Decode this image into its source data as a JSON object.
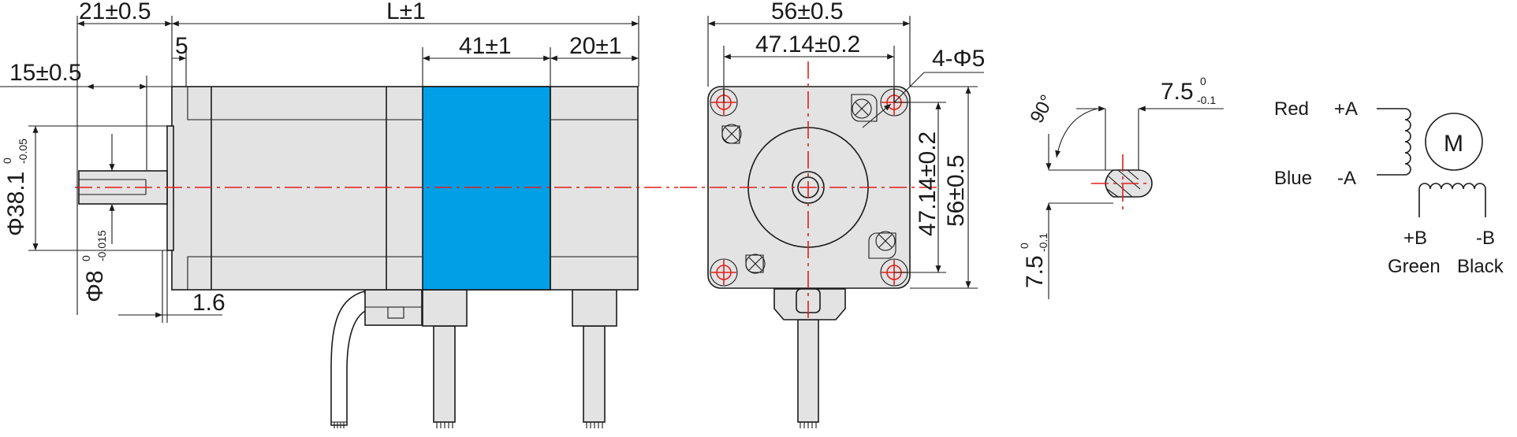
{
  "colors": {
    "line": "#1a1a1a",
    "body": "#e3e3e3",
    "stator_band": "#00a0e6",
    "centerline": "#e0201c"
  },
  "side_view": {
    "dim_flange_to_shaft": "21±0.5",
    "dim_length": "L±1",
    "dim_shaft_flat": "15±0.5",
    "dim_pilot": "5",
    "dim_band_width": "41±1",
    "dim_rear": "20±1",
    "dim_pilot_dia": "Φ38.1",
    "dim_pilot_dia_tol_upper": "0",
    "dim_pilot_dia_tol_lower": "-0.05",
    "dim_shaft_dia": "Φ8",
    "dim_shaft_dia_tol_upper": "0",
    "dim_shaft_dia_tol_lower": "-0.015",
    "dim_flange_thick": "1.6"
  },
  "front_view": {
    "dim_width": "56±0.5",
    "dim_hole_spacing_h": "47.14±0.2",
    "dim_holes": "4-Φ5",
    "dim_hole_spacing_v": "47.14±0.2",
    "dim_height": "56±0.5"
  },
  "shaft_detail": {
    "angle": "90°",
    "dim_flat_h": "7.5",
    "dim_flat_h_tol_upper": "0",
    "dim_flat_h_tol_lower": "-0.1",
    "dim_flat_v": "7.5",
    "dim_flat_v_tol_upper": "0",
    "dim_flat_v_tol_lower": "-0.1"
  },
  "wiring": {
    "motor_symbol": "M",
    "wire_red": "Red",
    "pin_plus_a": "+A",
    "wire_blue": "Blue",
    "pin_minus_a": "-A",
    "pin_plus_b": "+B",
    "pin_minus_b": "-B",
    "wire_green": "Green",
    "wire_black": "Black"
  }
}
